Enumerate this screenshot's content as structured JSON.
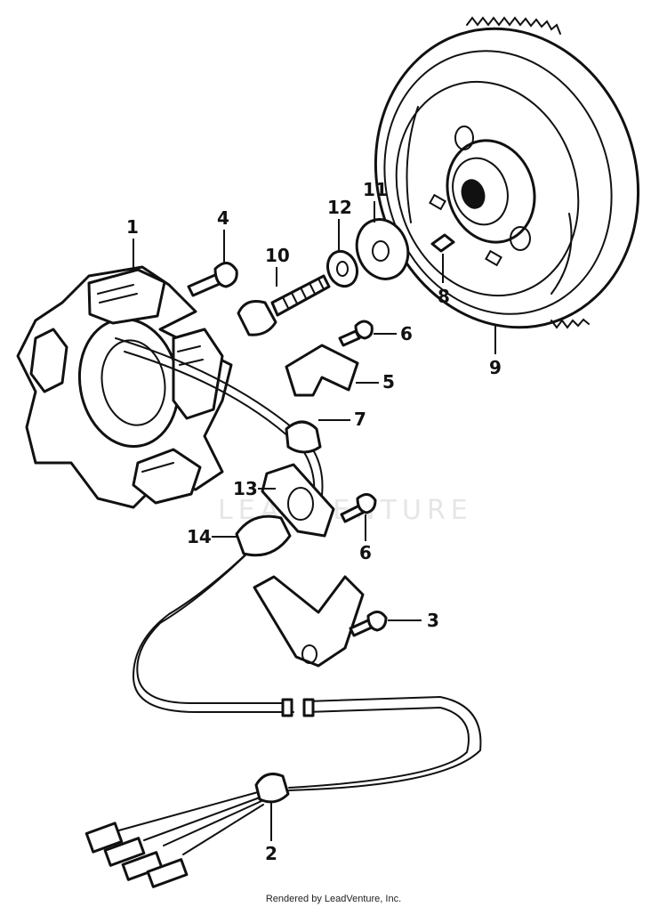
{
  "callouts": [
    {
      "id": "1",
      "label": "1"
    },
    {
      "id": "2",
      "label": "2"
    },
    {
      "id": "3",
      "label": "3"
    },
    {
      "id": "4",
      "label": "4"
    },
    {
      "id": "5",
      "label": "5"
    },
    {
      "id": "6a",
      "label": "6"
    },
    {
      "id": "6b",
      "label": "6"
    },
    {
      "id": "7",
      "label": "7"
    },
    {
      "id": "8",
      "label": "8"
    },
    {
      "id": "9",
      "label": "9"
    },
    {
      "id": "10",
      "label": "10"
    },
    {
      "id": "11",
      "label": "11"
    },
    {
      "id": "12",
      "label": "12"
    },
    {
      "id": "13",
      "label": "13"
    },
    {
      "id": "14",
      "label": "14"
    }
  ],
  "watermark": "LEADVENTURE",
  "credit": "Rendered by LeadVenture, Inc."
}
